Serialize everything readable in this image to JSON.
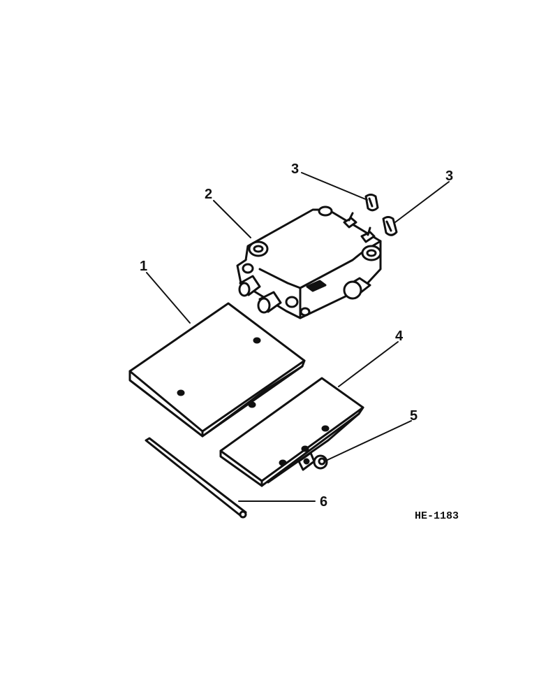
{
  "diagram": {
    "reference_code": "HE-1183",
    "callouts": [
      {
        "id": "1",
        "label": "1"
      },
      {
        "id": "2",
        "label": "2"
      },
      {
        "id": "3a",
        "label": "3"
      },
      {
        "id": "3b",
        "label": "3"
      },
      {
        "id": "4",
        "label": "4"
      },
      {
        "id": "5",
        "label": "5"
      },
      {
        "id": "6",
        "label": "6"
      }
    ]
  }
}
